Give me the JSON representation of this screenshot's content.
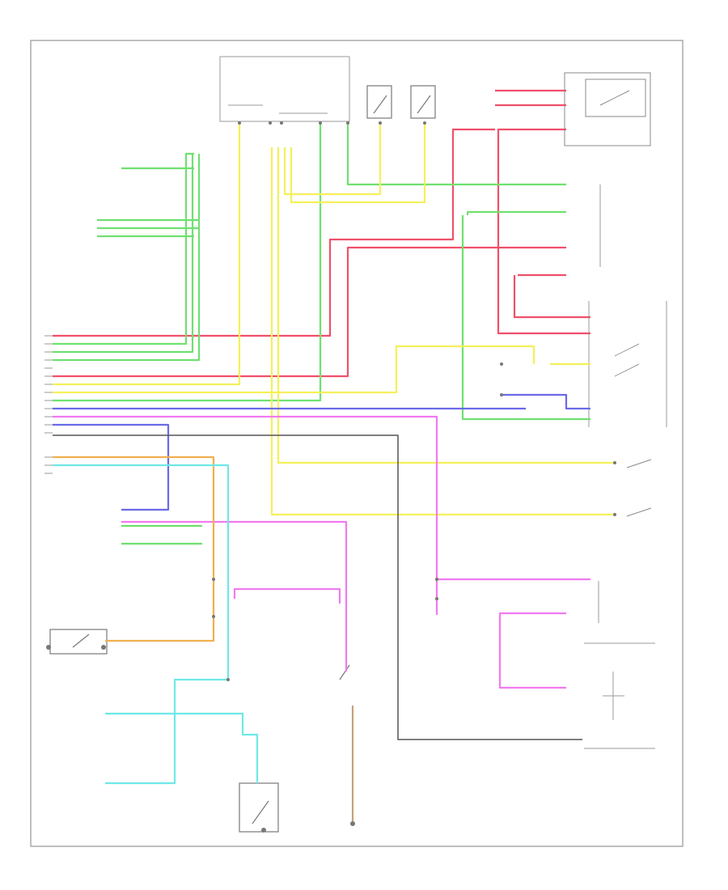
{
  "diagram": {
    "title": "",
    "footer_code": "",
    "components": [
      {
        "id": "left_top_module",
        "label": ""
      },
      {
        "id": "right_top_switch",
        "label": ""
      },
      {
        "id": "right_mid_module",
        "label": ""
      },
      {
        "id": "right_lower_switch",
        "label": ""
      },
      {
        "id": "fuel_sender",
        "label": ""
      },
      {
        "id": "bottom_left_switch",
        "label": ""
      },
      {
        "id": "bottom_center_switch",
        "label": ""
      }
    ],
    "wire_colors": {
      "red": "#f0506a",
      "yellow": "#f5f05a",
      "green": "#6fe06f",
      "blue": "#6a6ae8",
      "magenta": "#f07af0",
      "cyan": "#6fe8e8",
      "orange": "#f0b050",
      "tan": "#c8a07a",
      "black": "#555555"
    }
  }
}
